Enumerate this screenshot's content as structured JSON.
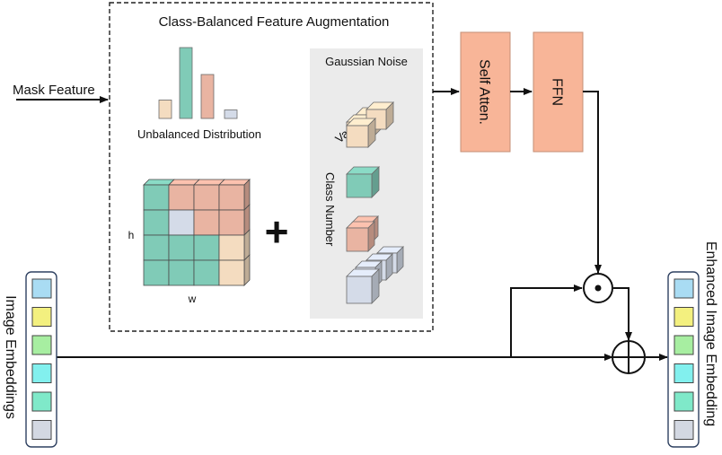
{
  "module_title": "Class-Balanced Feature Augmentation",
  "input_label": "Mask Feature",
  "histogram_label": "Unbalanced Distribution",
  "noise_panel_title": "Gaussian Noise",
  "variance_label": "Variance",
  "class_number_label": "Class Number",
  "grid_h_label": "h",
  "grid_w_label": "w",
  "plus_symbol": "+",
  "self_attention_label": "Self Atten.",
  "ffn_label": "FFN",
  "left_embeddings_label": "Image Embeddings",
  "right_embeddings_label": "Enhanced Image Embedding",
  "colors": {
    "teal": "#80cbb7",
    "salmon": "#e9b4a2",
    "peach": "#f4dcc0",
    "lavender": "#d4dbe8",
    "block_orange": "#f8b598",
    "noise_panel": "#ebebeb",
    "embed_blue": "#a9dcf3",
    "embed_yellow": "#f3f07f",
    "embed_green": "#a7eea1",
    "embed_cyan": "#82f0ee",
    "embed_mint": "#7fe9c9",
    "embed_gray": "#d3d8e2"
  },
  "embedding_colors": [
    "#a9dcf3",
    "#f3f07f",
    "#a7eea1",
    "#82f0ee",
    "#7fe9c9",
    "#d3d8e2"
  ],
  "histogram_values": [
    0.26,
    1.0,
    0.62,
    0.12
  ],
  "histogram_colors": [
    "#f4dcc0",
    "#80cbb7",
    "#e9b4a2",
    "#d4dbe8"
  ],
  "grid_colors": [
    [
      "#80cbb7",
      "#e9b4a2",
      "#e9b4a2",
      "#e9b4a2"
    ],
    [
      "#80cbb7",
      "#d4dbe8",
      "#e9b4a2",
      "#e9b4a2"
    ],
    [
      "#80cbb7",
      "#80cbb7",
      "#80cbb7",
      "#f4dcc0"
    ],
    [
      "#80cbb7",
      "#80cbb7",
      "#80cbb7",
      "#f4dcc0"
    ]
  ]
}
